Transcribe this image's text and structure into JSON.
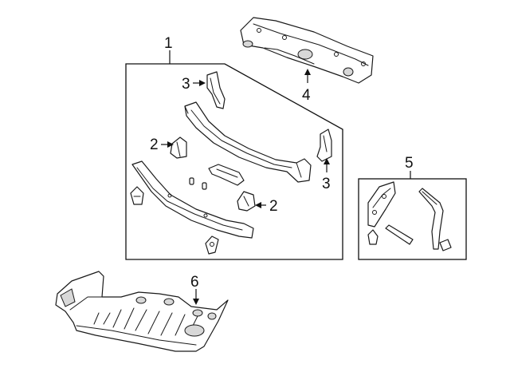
{
  "callouts": {
    "c1": "1",
    "c2a": "2",
    "c2b": "2",
    "c3a": "3",
    "c3b": "3",
    "c4": "4",
    "c5": "5",
    "c6": "6"
  }
}
